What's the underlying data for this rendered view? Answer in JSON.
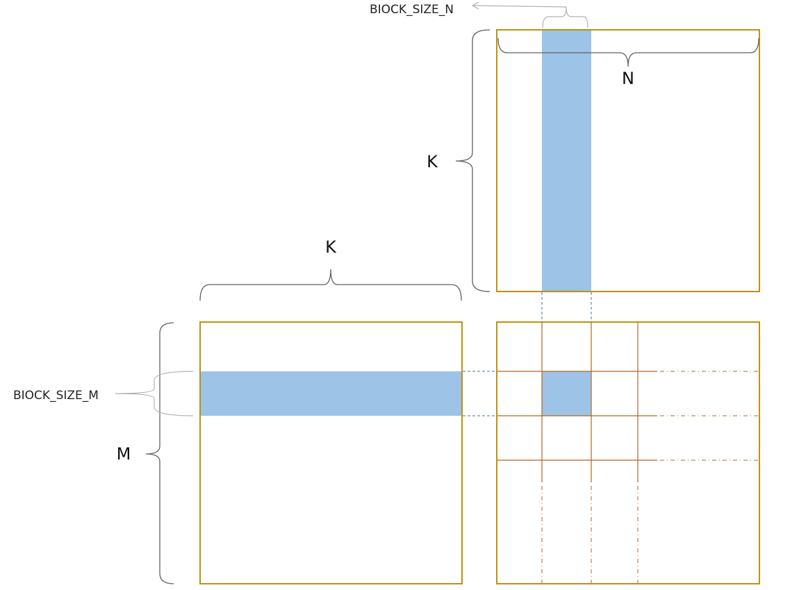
{
  "labels": {
    "block_size_n": "BIOCK_SIZE_N",
    "block_size_m": "BIOCK_SIZE_M",
    "b_width": "N",
    "b_height": "K",
    "a_width": "K",
    "a_height": "M"
  },
  "colors": {
    "matrix_border": "#c09010",
    "block_fill": "#9dc3e6",
    "grid_line": "#b5651d",
    "brace_dark": "#606060",
    "brace_light": "#b0b0b0",
    "guide_dash": "#4a6f9a"
  }
}
